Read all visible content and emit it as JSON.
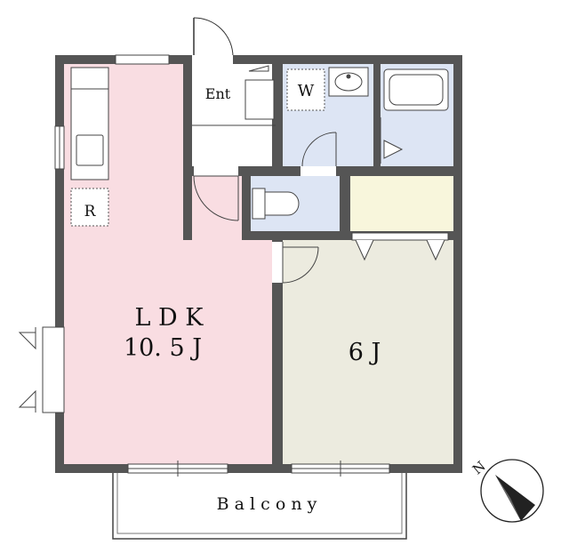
{
  "labels": {
    "entrance": "Ent",
    "washer": "W",
    "refrigerator": "R",
    "ldk_name": "L D K",
    "ldk_size": "10. 5 J",
    "bedroom_size": "6 J",
    "balcony": "B a l c o n y",
    "compass_n": "N"
  },
  "colors": {
    "wall": "#555555",
    "ldk_floor": "#f9dde2",
    "bedroom_floor": "#ecebdf",
    "wet_area_floor": "#dde5f4",
    "closet_floor": "#f8f6dc",
    "entrance_floor": "#ffffff"
  }
}
